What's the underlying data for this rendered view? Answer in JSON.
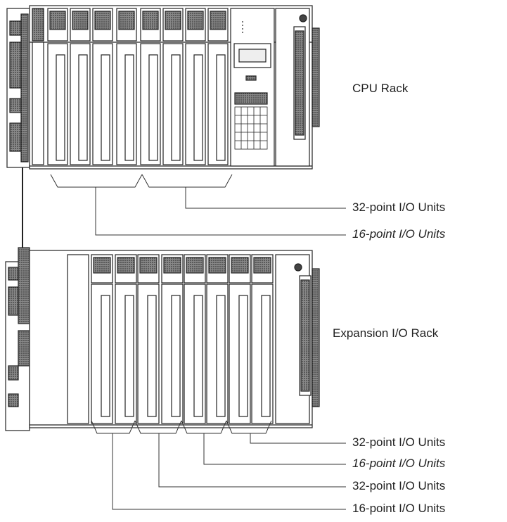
{
  "racks": {
    "cpu_rack_label": "CPU Rack",
    "expansion_rack_label": "Expansion I/O Rack"
  },
  "callouts": {
    "cpu": [
      {
        "text": "32-point I/O Units",
        "italic": false
      },
      {
        "text": "16-point I/O Units",
        "italic": true
      }
    ],
    "expansion": [
      {
        "text": "32-point I/O Units",
        "italic": false
      },
      {
        "text": "16-point I/O Units",
        "italic": true
      },
      {
        "text": "32-point I/O Units",
        "italic": false
      },
      {
        "text": "16-point I/O Units",
        "italic": false
      }
    ]
  }
}
